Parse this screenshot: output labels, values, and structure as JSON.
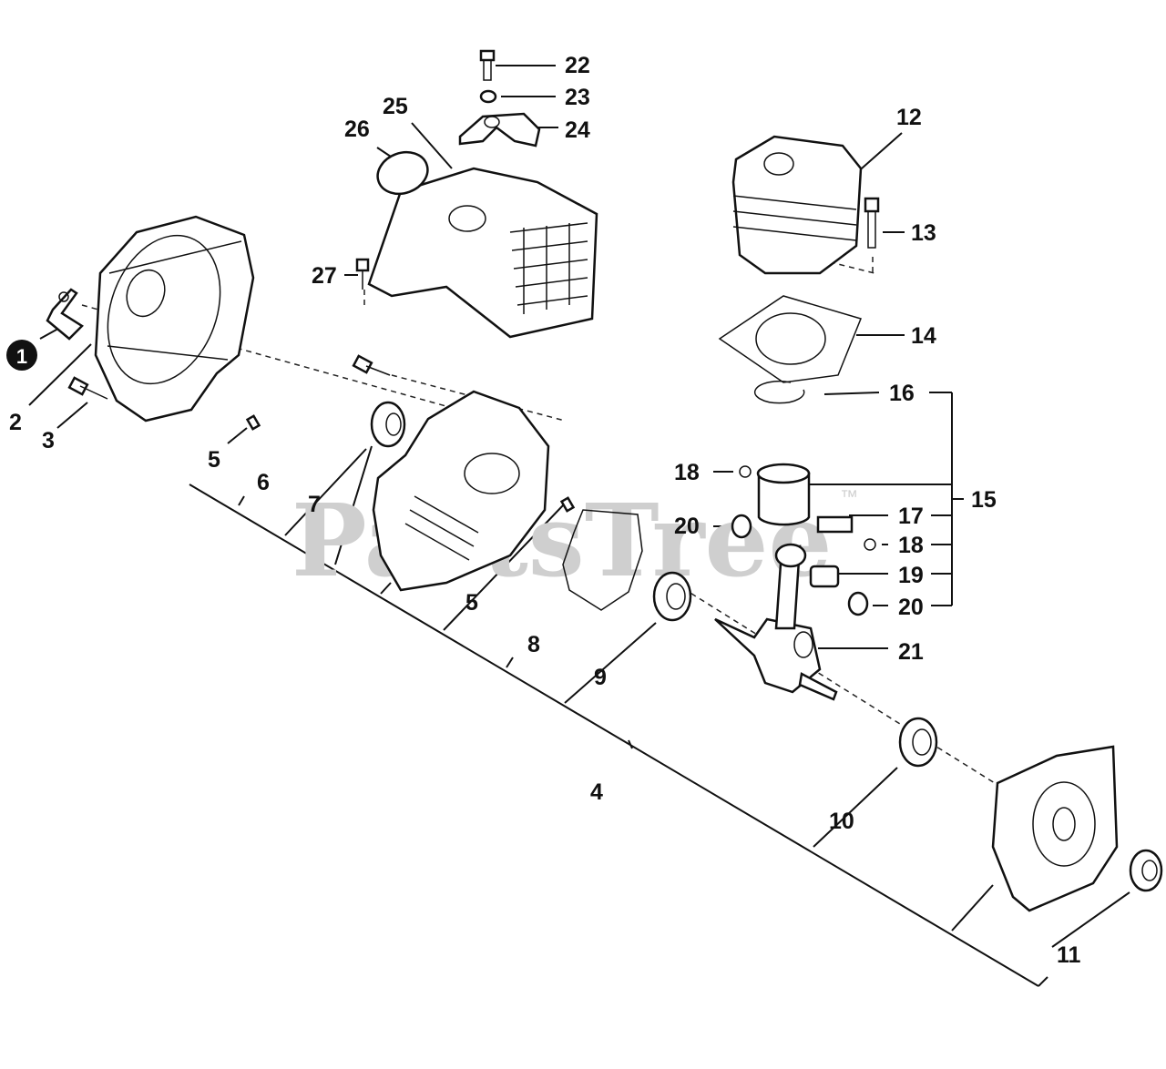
{
  "watermark": {
    "text": "PartsTree",
    "trademark": "™"
  },
  "callouts": {
    "c1": "1",
    "c2": "2",
    "c3": "3",
    "c4": "4",
    "c5a": "5",
    "c5b": "5",
    "c6": "6",
    "c7": "7",
    "c8": "8",
    "c9": "9",
    "c10": "10",
    "c11": "11",
    "c12": "12",
    "c13": "13",
    "c14": "14",
    "c15": "15",
    "c16": "16",
    "c17": "17",
    "c18a": "18",
    "c18b": "18",
    "c19": "19",
    "c20a": "20",
    "c20b": "20",
    "c21": "21",
    "c22": "22",
    "c23": "23",
    "c24": "24",
    "c25": "25",
    "c26": "26",
    "c27": "27"
  }
}
